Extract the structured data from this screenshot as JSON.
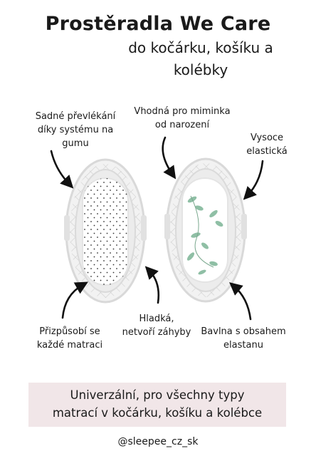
{
  "title": "Prostěradla We Care",
  "subtitle_line1": "do kočárku, košíku a",
  "subtitle_line2": "kolébky",
  "features": {
    "fitted": [
      "Sadné převlékání",
      "díky systému na",
      "gumu"
    ],
    "newborn": [
      "Vhodná pro miminka",
      "od narození"
    ],
    "elastic": [
      "Vysoce",
      "elastická"
    ],
    "adapts": [
      "Přizpůsobí se",
      "každé matraci"
    ],
    "smooth": [
      "Hladká,",
      "netvoří záhyby"
    ],
    "cotton": [
      "Bavlna s obsahem",
      "elastanu"
    ]
  },
  "banner": [
    "Univerzální, pro všechny typy",
    "matrací v kočárku, košíku a kolébce"
  ],
  "handle": "@sleepee_cz_sk",
  "colors": {
    "banner_bg": "#f1e6e8",
    "text": "#1a1a1a",
    "basket": "#e7e7e7",
    "leaf": "#8fbfa5"
  },
  "icons": [
    "curved-arrow-icon"
  ]
}
